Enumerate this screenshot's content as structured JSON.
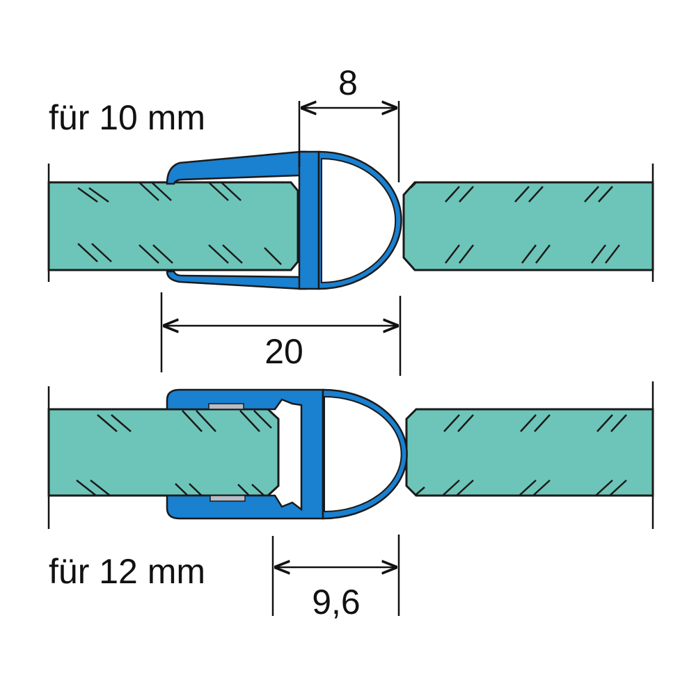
{
  "labels": {
    "top_glass": "für 10 mm",
    "bottom_glass": "für 12 mm"
  },
  "dimensions": {
    "top_gap": "8",
    "top_width": "20",
    "bottom_gap": "9,6"
  },
  "colors": {
    "glass": "#6cc5b8",
    "seal": "#1a80d0",
    "outline": "#1a1a1a"
  }
}
